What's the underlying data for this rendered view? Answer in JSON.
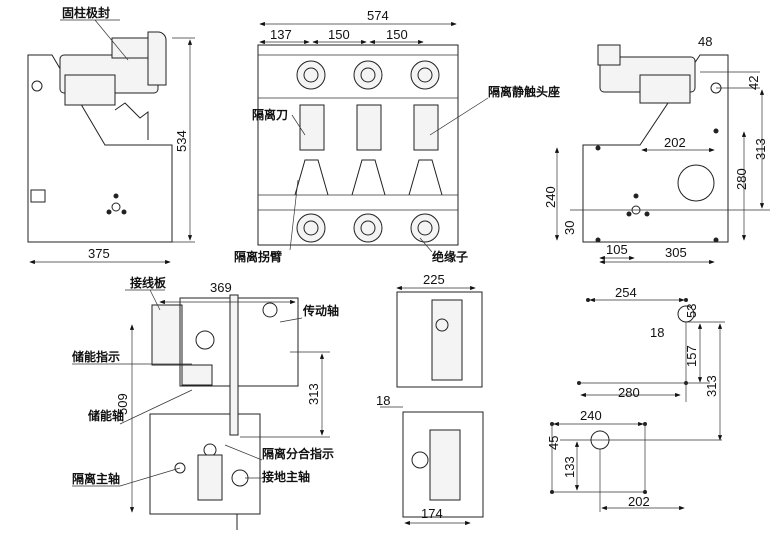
{
  "side_view_left": {
    "label_pole_seal": "固柱极封",
    "dim_height": "534",
    "dim_width": "375"
  },
  "front_view": {
    "dim_total": "574",
    "dim_1": "137",
    "dim_2": "150",
    "dim_3": "150",
    "label_isolating_blade": "隔离刀",
    "label_static_contact_seat": "隔离静触头座",
    "label_crank_arm": "隔离拐臂",
    "label_insulator": "绝缘子"
  },
  "side_view_right": {
    "dim_48": "48",
    "dim_42": "42",
    "dim_202": "202",
    "dim_313": "313",
    "dim_280": "280",
    "dim_240": "240",
    "dim_30": "30",
    "dim_105": "105",
    "dim_305": "305"
  },
  "mechanism_front": {
    "label_terminal_board": "接线板",
    "dim_369": "369",
    "label_drive_shaft": "传动轴",
    "label_energy_indicator": "储能指示",
    "dim_509": "509",
    "dim_313": "313",
    "label_energy_shaft": "储能轴",
    "label_isolation_indicator": "隔离分合指示",
    "label_isolation_main_shaft": "隔离主轴",
    "label_earthing_main_shaft": "接地主轴"
  },
  "mechanism_side": {
    "dim_225": "225",
    "dim_18": "18",
    "dim_174": "174"
  },
  "mounting_holes": {
    "dim_254": "254",
    "dim_18": "18",
    "dim_53": "53",
    "dim_157": "157",
    "dim_280": "280",
    "dim_313": "313",
    "dim_240": "240",
    "dim_45": "45",
    "dim_133": "133",
    "dim_202": "202"
  }
}
